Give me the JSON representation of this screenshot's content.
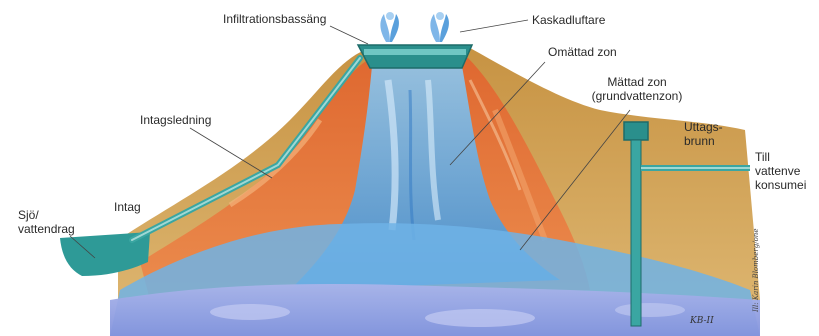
{
  "labels": {
    "infiltration_basin": "Infiltrationsbassäng",
    "cascade_aerator": "Kaskadluftare",
    "unsaturated_zone": "Omättad zon",
    "saturated_zone_line1": "Mättad zon",
    "saturated_zone_line2": "(grundvattenzon)",
    "intake_pipe": "Intagsledning",
    "intake": "Intag",
    "lake_line1": "Sjö/",
    "lake_line2": "vattendrag",
    "well_line1": "Uttags-",
    "well_line2": "brunn",
    "to_consumer_line1": "Till",
    "to_consumer_line2": "vattenve",
    "to_consumer_line3": "konsumei"
  },
  "credits": {
    "illustrator": "Ill: Karin Blomberg/one",
    "signature": "KB-II"
  },
  "colors": {
    "sand": "#c99a4a",
    "orange_zone": "#e2703a",
    "water_blue": "#5aa6dd",
    "deep_blue": "#8f9fe0",
    "teal": "#2e9a97"
  }
}
